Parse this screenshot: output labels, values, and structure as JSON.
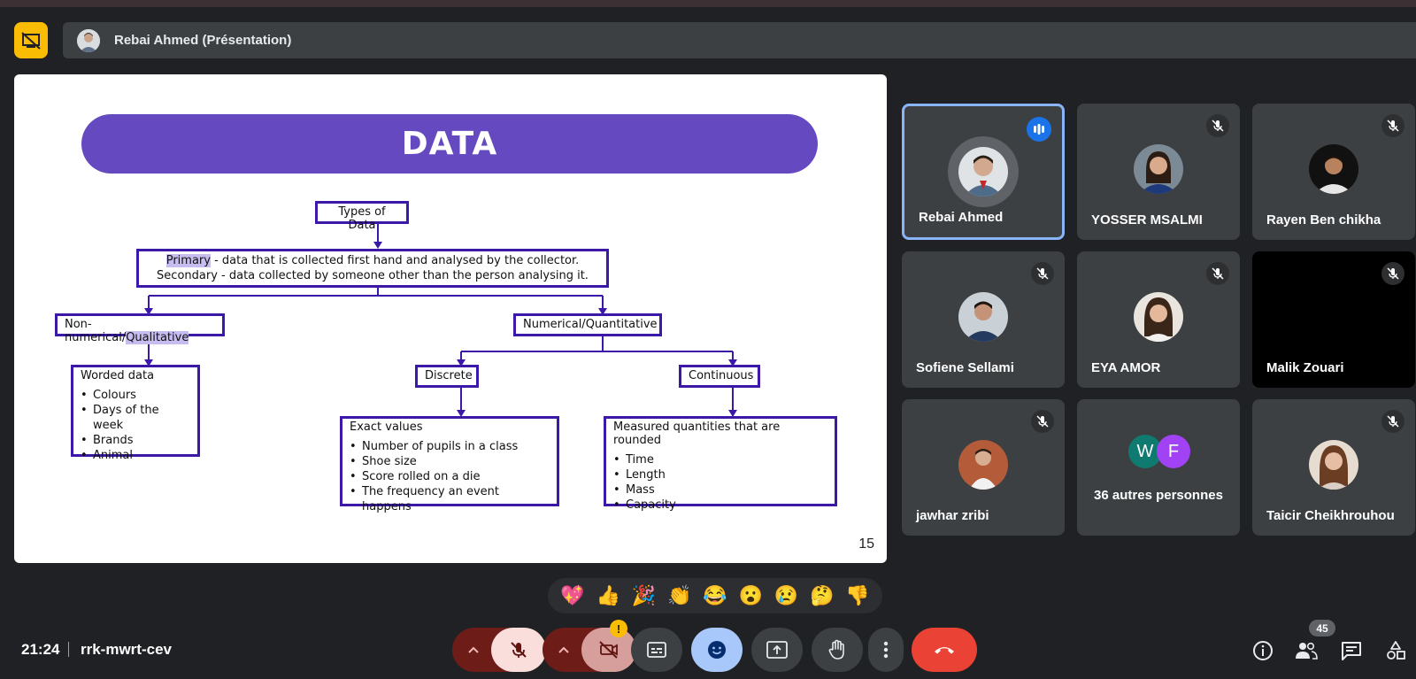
{
  "presentation": {
    "title": "Rebai Ahmed (Présentation)"
  },
  "slide": {
    "title": "DATA",
    "page_number": "15",
    "types_of_data": "Types of Data",
    "primary_word": "Primary",
    "primary_rest": " - data that is collected first hand and analysed by the collector.",
    "secondary_line": "Secondary - data collected by someone other than the person analysing it.",
    "qualitative_prefix": "Non-numerical/",
    "qualitative_word": "Qualitative",
    "quantitative": "Numerical/Quantitative",
    "discrete": "Discrete",
    "continuous": "Continuous",
    "worded": {
      "heading": "Worded data",
      "items": [
        "Colours",
        "Days of the week",
        "Brands",
        "Animal"
      ]
    },
    "exact": {
      "heading": "Exact values",
      "items": [
        "Number of pupils in a class",
        "Shoe size",
        "Score rolled on a die",
        "The frequency an event happens"
      ]
    },
    "measured": {
      "heading": "Measured quantities that are rounded",
      "items": [
        "Time",
        "Length",
        "Mass",
        "Capacity"
      ]
    }
  },
  "participants": [
    {
      "name": "Rebai Ahmed",
      "state": "speaking"
    },
    {
      "name": "YOSSER MSALMI",
      "state": "muted"
    },
    {
      "name": "Rayen Ben chikha",
      "state": "muted"
    },
    {
      "name": "Sofiene Sellami",
      "state": "muted"
    },
    {
      "name": "EYA AMOR",
      "state": "muted"
    },
    {
      "name": "Malik Zouari",
      "state": "muted"
    },
    {
      "name": "jawhar zribi",
      "state": "muted"
    },
    {
      "name": "36 autres personnes",
      "initials": [
        "W",
        "F"
      ]
    },
    {
      "name": "Taicir Cheikhrouhou",
      "state": "muted"
    }
  ],
  "reactions": [
    "💖",
    "👍",
    "🎉",
    "👏",
    "😂",
    "😮",
    "😢",
    "🤔",
    "👎"
  ],
  "footer": {
    "time": "21:24",
    "meeting_code": "rrk-mwrt-cev",
    "participant_count": "45",
    "camera_warning": "!"
  },
  "colors": {
    "accent_purple": "#6549c0",
    "box_border": "#3b18a8",
    "hangup_red": "#ea4335",
    "muted_red": "#f9dedc",
    "reaction_blue": "#a8c7fa",
    "presenting_yellow": "#fbbc04",
    "avatar_w": "#0f7b70",
    "avatar_f": "#a142f4"
  },
  "icons": {
    "presenting": "presentation-off-icon",
    "mic": "mic-off-icon",
    "camera": "videocam-off-icon",
    "captions": "closed-caption-icon",
    "emoji": "emoji-icon",
    "share": "present-to-all-icon",
    "hand": "raise-hand-icon",
    "more": "more-vert-icon",
    "hangup": "call-end-icon",
    "info": "info-icon",
    "people": "people-icon",
    "chat": "chat-icon",
    "activities": "activities-icon"
  }
}
